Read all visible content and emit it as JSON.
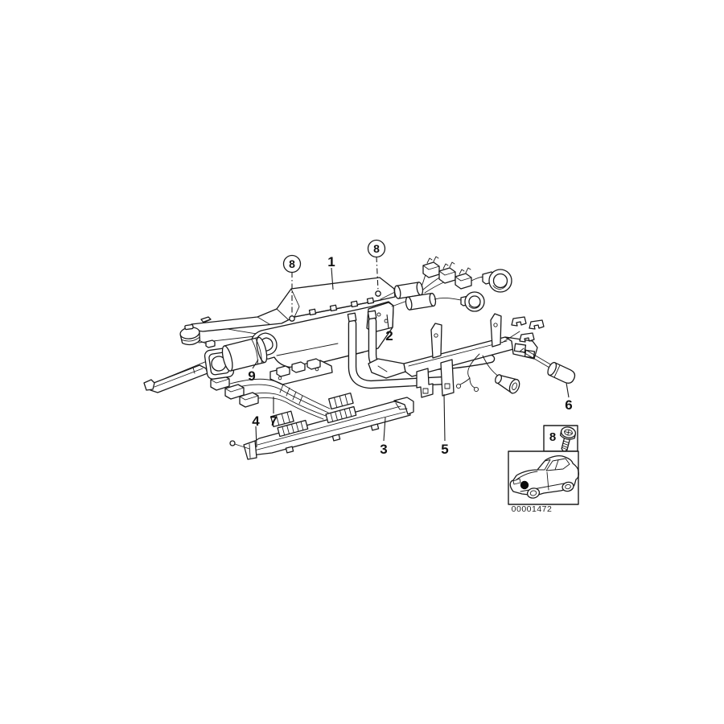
{
  "diagram": {
    "description": "Exploded line-art parts diagram of a wiring harness fixing set with numbered callouts",
    "colors": {
      "background": "#ffffff",
      "line": "#1a1a1a",
      "text": "#111111"
    },
    "callouts": {
      "c8_left": "8",
      "c1": "1",
      "c8_right": "8",
      "c2": "2",
      "c9": "9",
      "c4": "4",
      "c7": "7",
      "c3": "3",
      "c5": "5",
      "c6": "6",
      "c8_inset": "8"
    },
    "inset": {
      "image_code": "00001472"
    }
  }
}
